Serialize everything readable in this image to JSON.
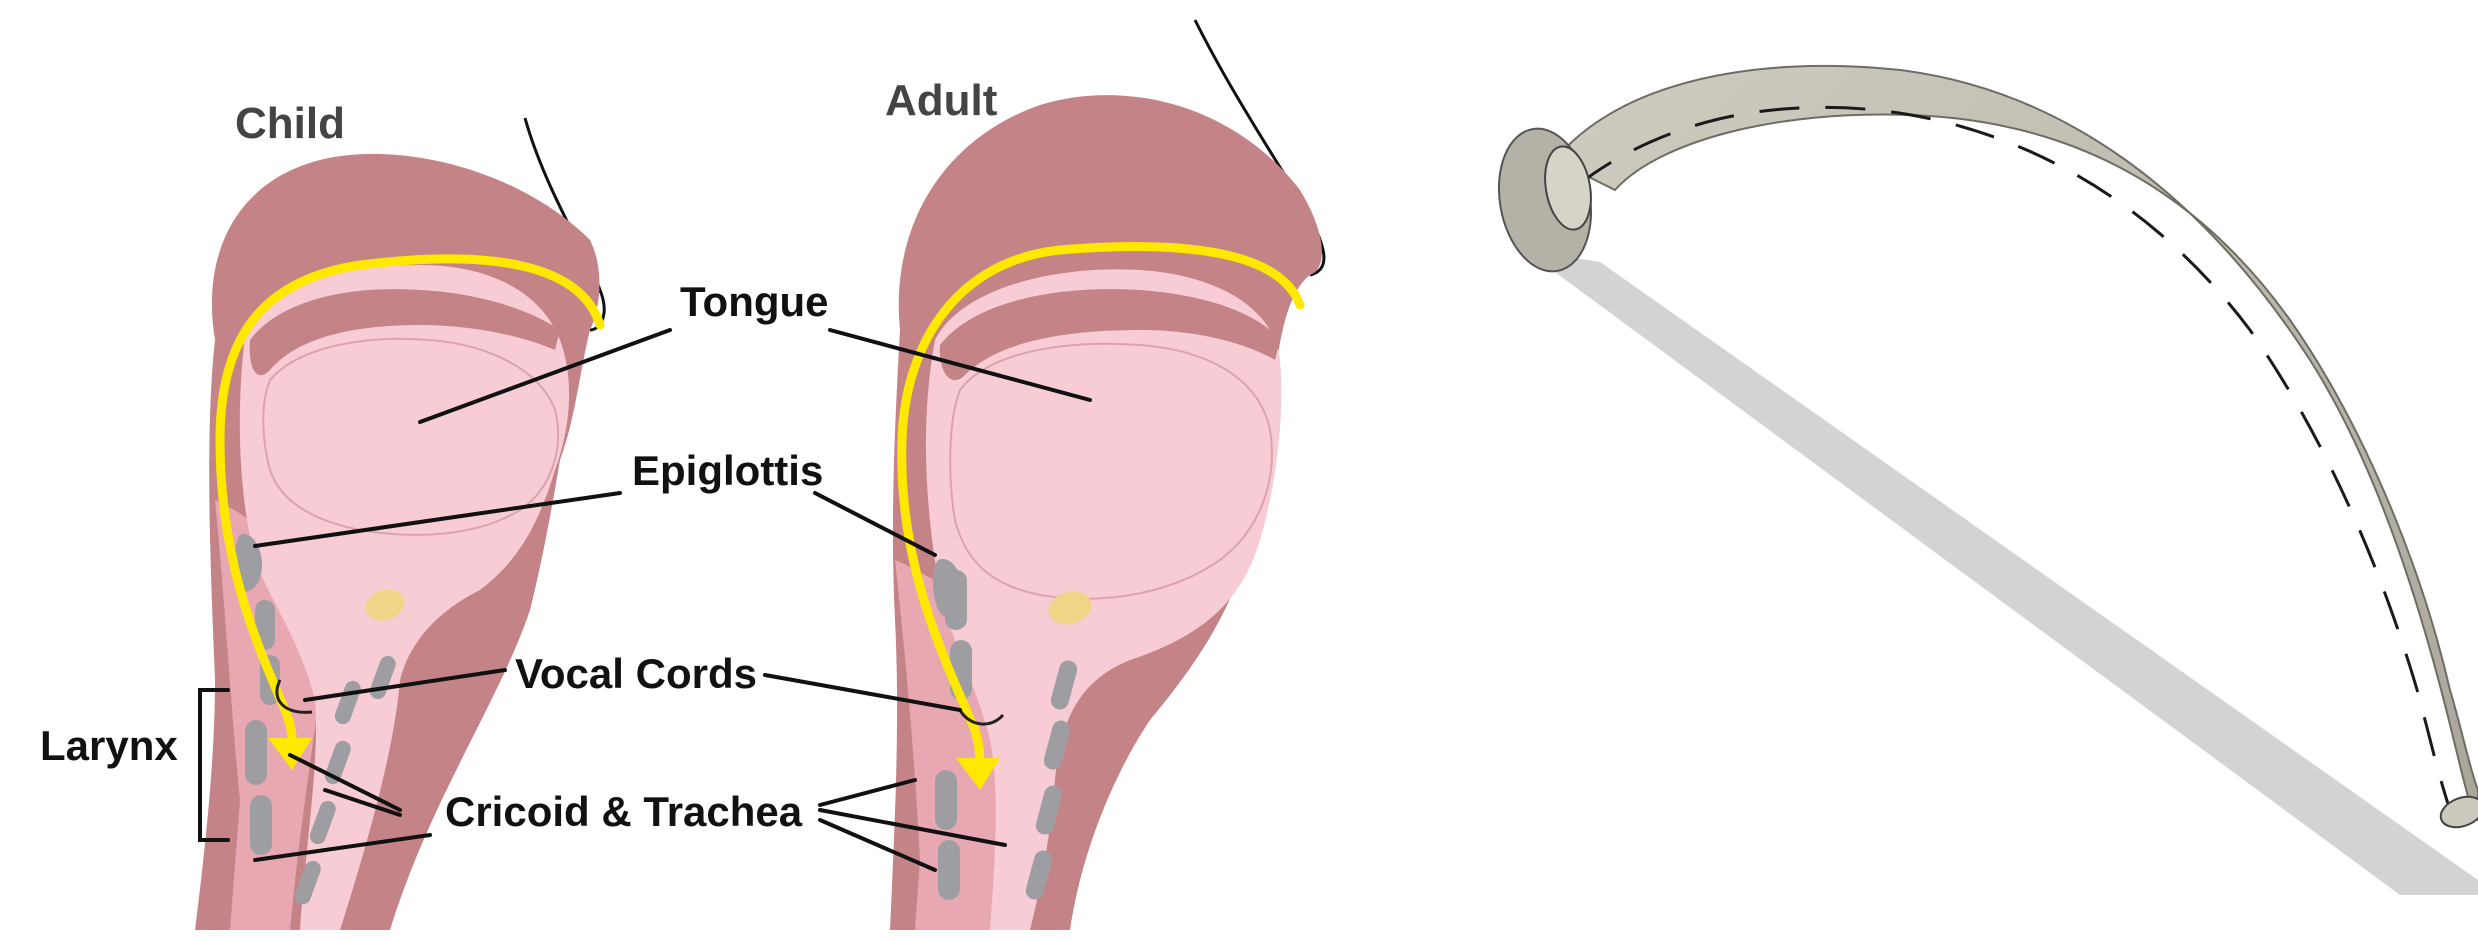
{
  "titles": {
    "child": "Child",
    "adult": "Adult"
  },
  "labels": {
    "tongue": "Tongue",
    "epiglottis": "Epiglottis",
    "vocal_cords": "Vocal Cords",
    "larynx": "Larynx",
    "cricoid_trachea": "Cricoid & Trachea"
  },
  "colors": {
    "head_dark": "#C48487",
    "tissue_light": "#F7CCD4",
    "tissue_mid": "#E8A8B2",
    "cartilage": "#9E9EA2",
    "hyoid": "#F2D488",
    "airway_path": "#FFE800",
    "tube_body": "#BDBAAE",
    "tube_shadow": "#D3D3D3"
  }
}
